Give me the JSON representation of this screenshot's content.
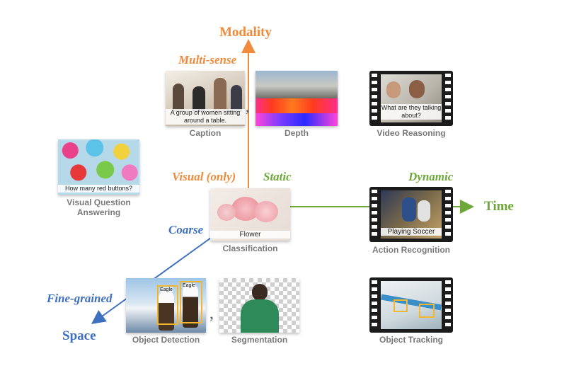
{
  "axes": {
    "modality": "Modality",
    "time": "Time",
    "space": "Space",
    "multi_sense": "Multi-sense",
    "visual_only": "Visual (only)",
    "static": "Static",
    "dynamic": "Dynamic",
    "coarse": "Coarse",
    "fine_grained": "Fine-grained"
  },
  "colors": {
    "modality": "#f08a3c",
    "time": "#6fa83a",
    "space": "#3f6fbf"
  },
  "tasks": {
    "caption": {
      "label": "Caption",
      "subtitle": "A group of women sitting around a table."
    },
    "depth": {
      "label": "Depth"
    },
    "video_reasoning": {
      "label": "Video Reasoning",
      "subtitle": "What are they talking about?"
    },
    "vqa": {
      "label": "Visual Question Answering",
      "subtitle": "How many red buttons?"
    },
    "classification": {
      "label": "Classification",
      "subtitle": "Flower"
    },
    "action_recognition": {
      "label": "Action Recognition",
      "subtitle": "Playing Soccer"
    },
    "object_detection": {
      "label": "Object Detection",
      "box_label": "Eagle"
    },
    "segmentation": {
      "label": "Segmentation"
    },
    "object_tracking": {
      "label": "Object Tracking"
    }
  }
}
